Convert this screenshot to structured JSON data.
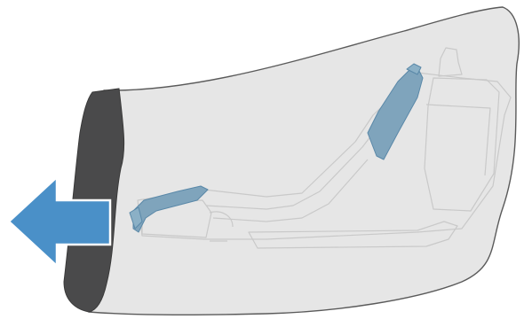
{
  "illustration": {
    "bag_color": "#e6e6e6",
    "bag_outline_color": "#5a5a5a",
    "flap_color": "#4a4a4b",
    "part_color": "#dedede",
    "part_line_color": "#c9c9c9",
    "tab_color": "#7fa4bc",
    "arrow_color": "#4a90c8",
    "arrow_direction": "left",
    "icons": [
      "protective-bag",
      "bag-seal-flap",
      "toner-part",
      "blue-tab",
      "pull-direction-arrow-icon"
    ]
  }
}
